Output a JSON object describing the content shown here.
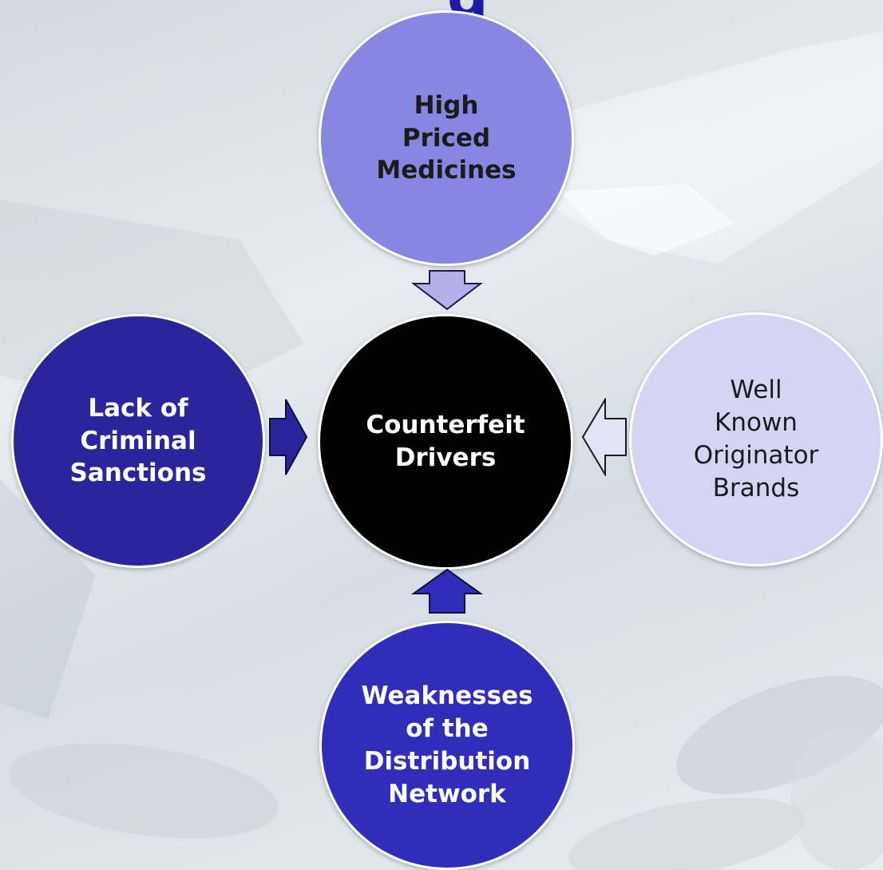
{
  "title_fragment": "g",
  "diagram": {
    "center": {
      "label": "Counterfeit\nDrivers",
      "color": "#000000"
    },
    "nodes": {
      "top": {
        "label": "High\nPriced\nMedicines",
        "color": "#8786e0"
      },
      "left": {
        "label": "Lack of\nCriminal\nSanctions",
        "color": "#2a259a"
      },
      "right": {
        "label": "Well\nKnown\nOriginator\nBrands",
        "color": "#d5d5f3"
      },
      "bottom": {
        "label": "Weaknesses\nof the\nDistribution\nNetwork",
        "color": "#2f2db9"
      }
    },
    "arrows": {
      "top": {
        "direction": "down",
        "color": "#b1b0e9"
      },
      "left": {
        "direction": "right",
        "color": "#2a259a"
      },
      "right": {
        "direction": "left",
        "color": "#e4e4f7"
      },
      "bottom": {
        "direction": "up",
        "color": "#2f2db9"
      }
    }
  }
}
